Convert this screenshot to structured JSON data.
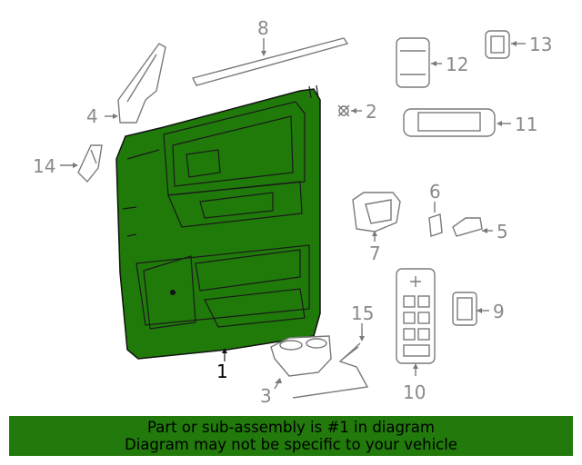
{
  "diagram": {
    "highlight_color": "#1f7a0a",
    "callouts": [
      {
        "number": "1",
        "highlighted": true
      },
      {
        "number": "2"
      },
      {
        "number": "3"
      },
      {
        "number": "4"
      },
      {
        "number": "5"
      },
      {
        "number": "6"
      },
      {
        "number": "7"
      },
      {
        "number": "8"
      },
      {
        "number": "9"
      },
      {
        "number": "10"
      },
      {
        "number": "11"
      },
      {
        "number": "12"
      },
      {
        "number": "13"
      },
      {
        "number": "14"
      },
      {
        "number": "15"
      }
    ]
  },
  "banner": {
    "line1": "Part or sub-assembly is #1 in diagram",
    "line2": "Diagram may not be specific to your vehicle",
    "background": "#217a0b"
  }
}
